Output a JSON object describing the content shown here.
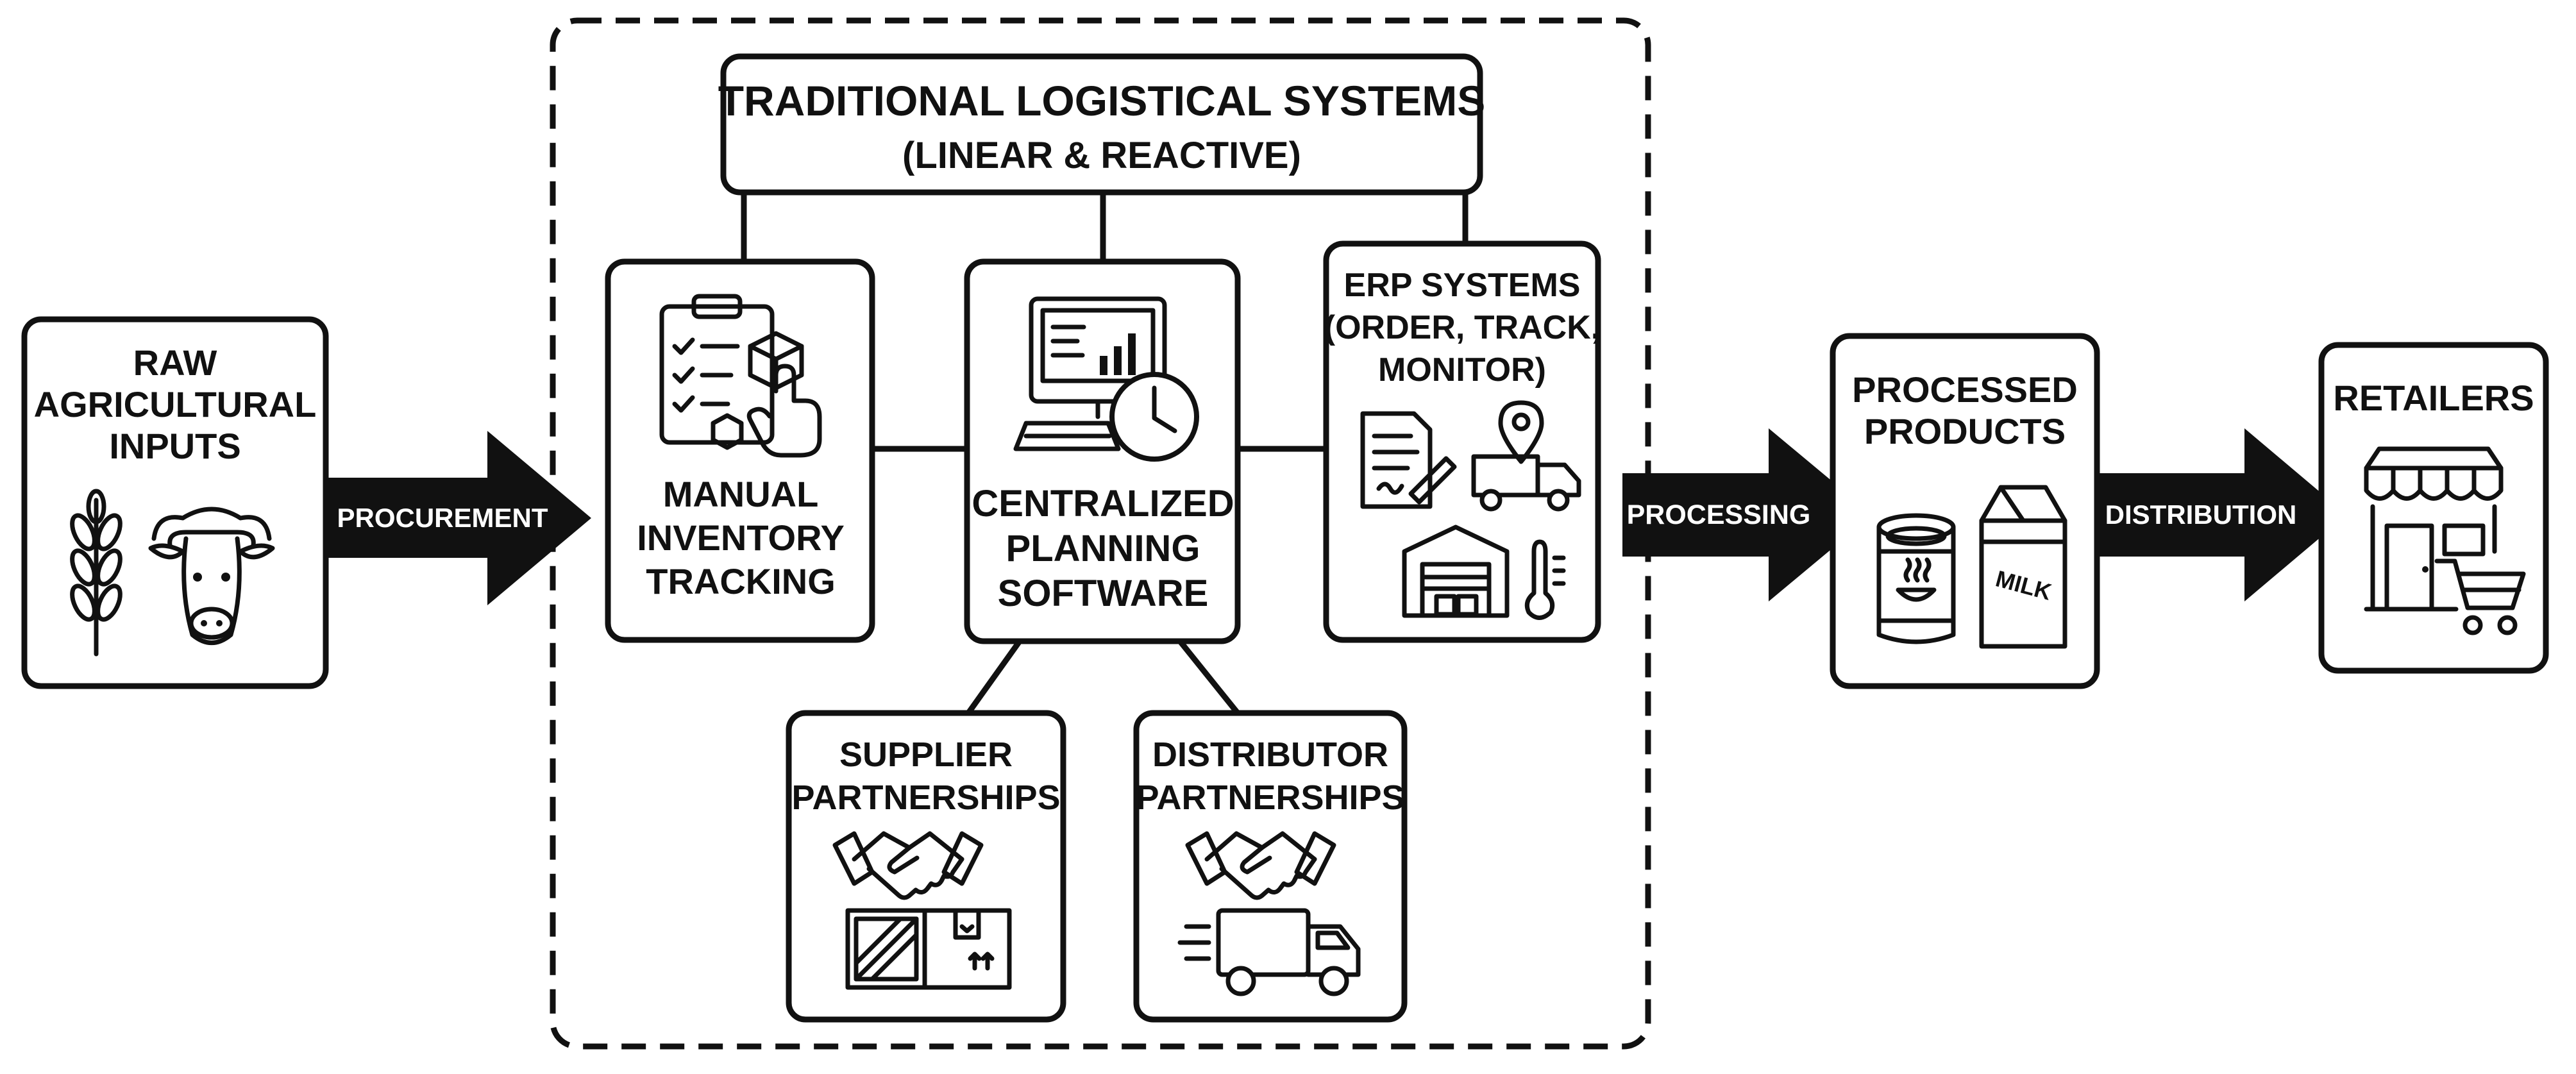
{
  "diagram": {
    "group_title_line1": "TRADITIONAL LOGISTICAL SYSTEMS",
    "group_title_line2": "(LINEAR & REACTIVE)",
    "nodes": {
      "raw_inputs": [
        "RAW",
        "AGRICULTURAL",
        "INPUTS"
      ],
      "manual_inventory": [
        "MANUAL",
        "INVENTORY",
        "TRACKING"
      ],
      "centralized_planning": [
        "CENTRALIZED",
        "PLANNING",
        "SOFTWARE"
      ],
      "erp_systems": [
        "ERP SYSTEMS",
        "(ORDER, TRACK,",
        "MONITOR)"
      ],
      "supplier_partnerships": [
        "SUPPLIER",
        "PARTNERSHIPS"
      ],
      "distributor_partnerships": [
        "DISTRIBUTOR",
        "PARTNERSHIPS"
      ],
      "processed_products": [
        "PROCESSED",
        "PRODUCTS"
      ],
      "retailers": [
        "RETAILERS"
      ]
    },
    "arrows": {
      "procurement": "PROCUREMENT",
      "processing": "PROCESSING",
      "distribution": "DISTRIBUTION"
    },
    "icon_labels": {
      "milk_carton": "MILK"
    },
    "icons": [
      "wheat-icon",
      "cow-icon",
      "clipboard-icon",
      "computer-icon",
      "clock-icon",
      "document-icon",
      "location-pin-icon",
      "truck-icon",
      "warehouse-icon",
      "thermometer-icon",
      "handshake-icon",
      "crate-icon",
      "box-icon",
      "delivery-truck-icon",
      "can-icon",
      "milk-carton-icon",
      "storefront-icon",
      "cart-icon"
    ],
    "colors": {
      "ink": "#111111",
      "background": "#ffffff"
    }
  }
}
